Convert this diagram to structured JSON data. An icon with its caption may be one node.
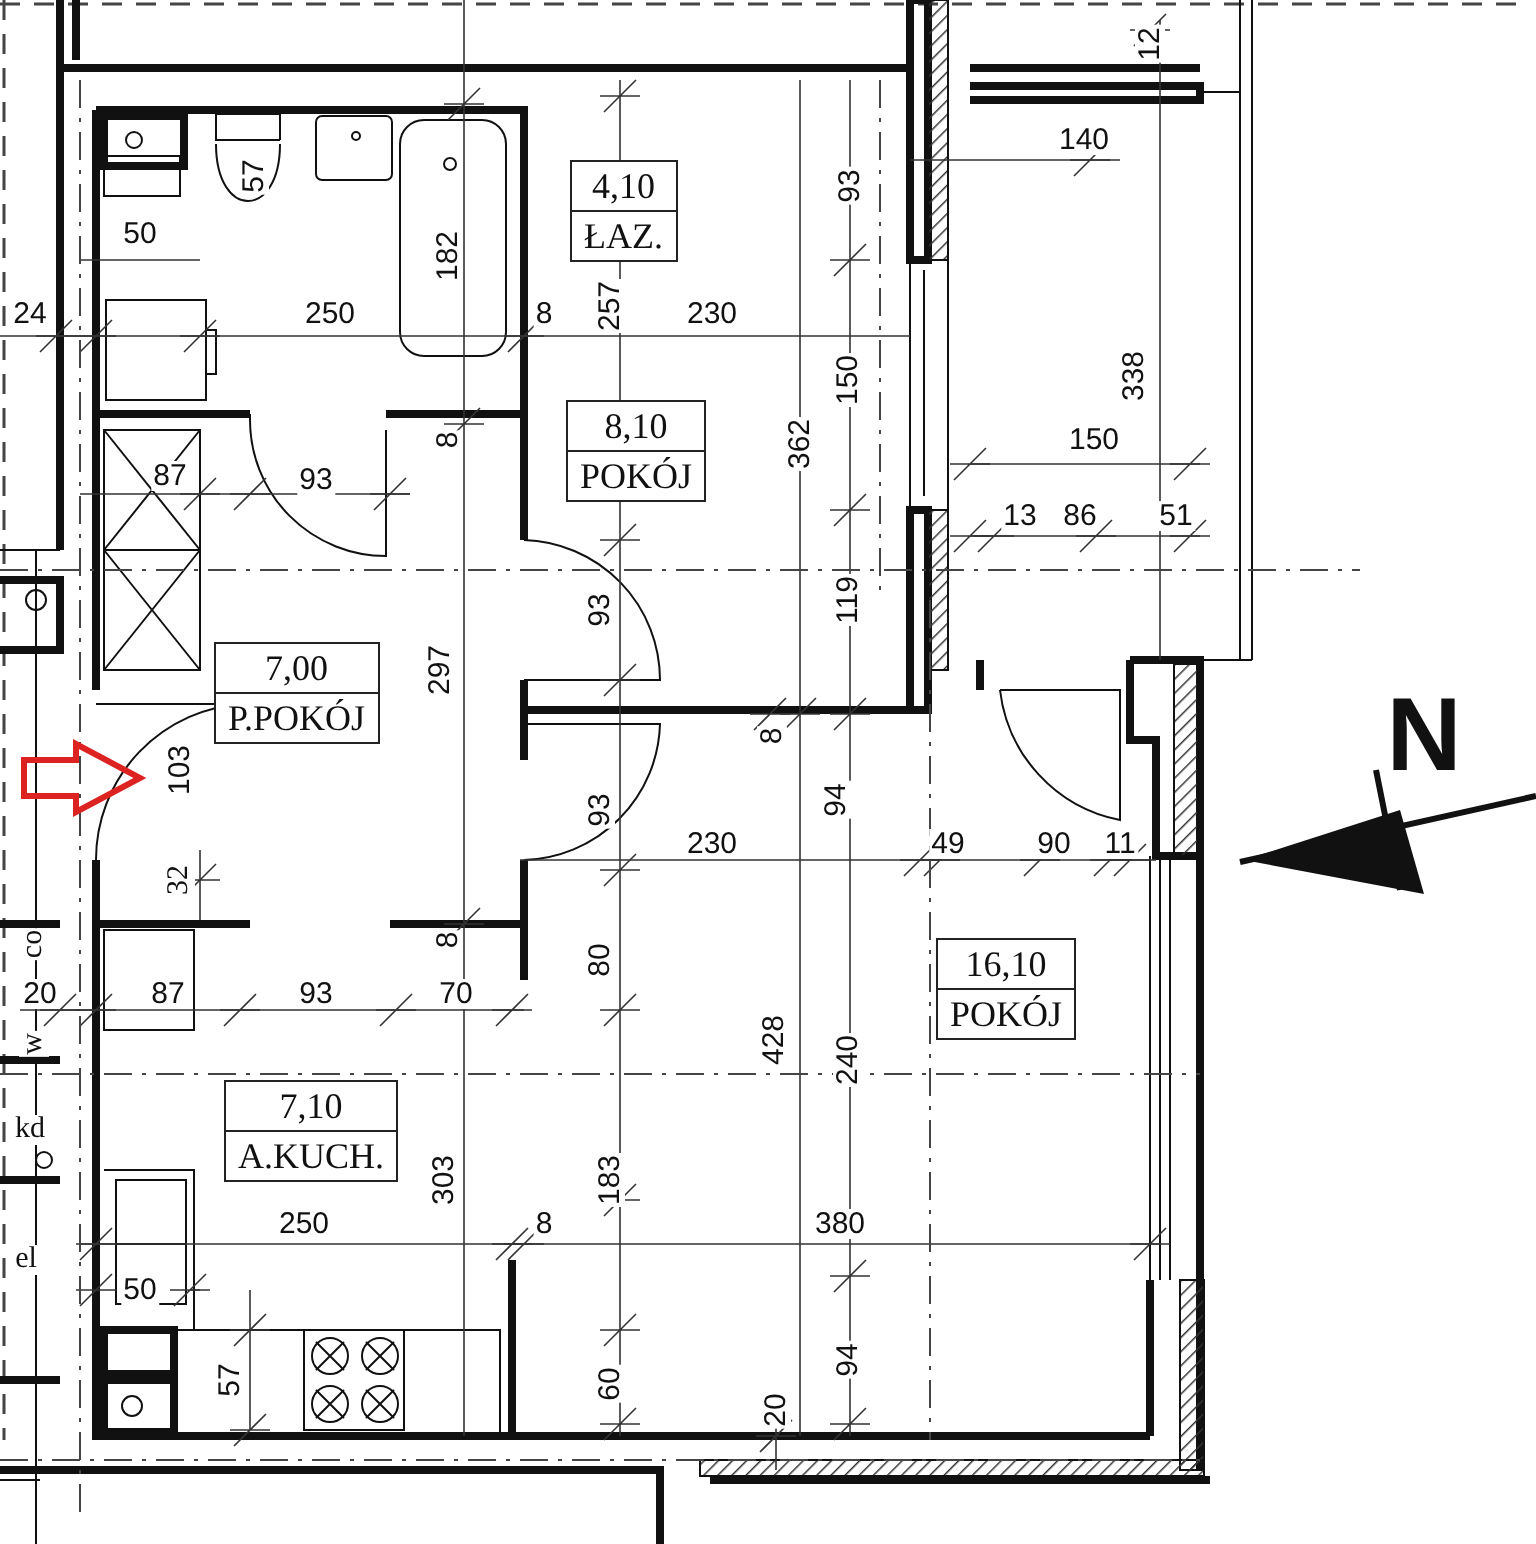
{
  "diagram": {
    "nodes": [
      {
        "text": [
          "4,10",
          "ŁAZ."
        ]
      },
      {
        "text": [
          "8,10",
          "POKÓJ"
        ]
      },
      {
        "text": [
          "7,00",
          "P.POKÓJ"
        ]
      },
      {
        "text": [
          "7,10",
          "A.KUCH."
        ]
      },
      {
        "text": [
          "16,10",
          "POKÓJ"
        ]
      }
    ],
    "labels": [
      "12",
      "57",
      "93",
      "140",
      "182",
      "50",
      "24",
      "250",
      "8",
      "257",
      "230",
      "338",
      "362",
      "150",
      "8",
      "87",
      "93",
      "150",
      "13",
      "86",
      "51",
      "93",
      "119",
      "297",
      "8",
      "103",
      "93",
      "94",
      "230",
      "49",
      "90",
      "11",
      "32",
      "co",
      "8",
      "80",
      "20",
      "87",
      "93",
      "70",
      "w",
      "428",
      "240",
      "kd",
      "303",
      "183",
      "250",
      "8",
      "380",
      "el",
      "50",
      "57",
      "60",
      "94",
      "20",
      "N"
    ]
  }
}
